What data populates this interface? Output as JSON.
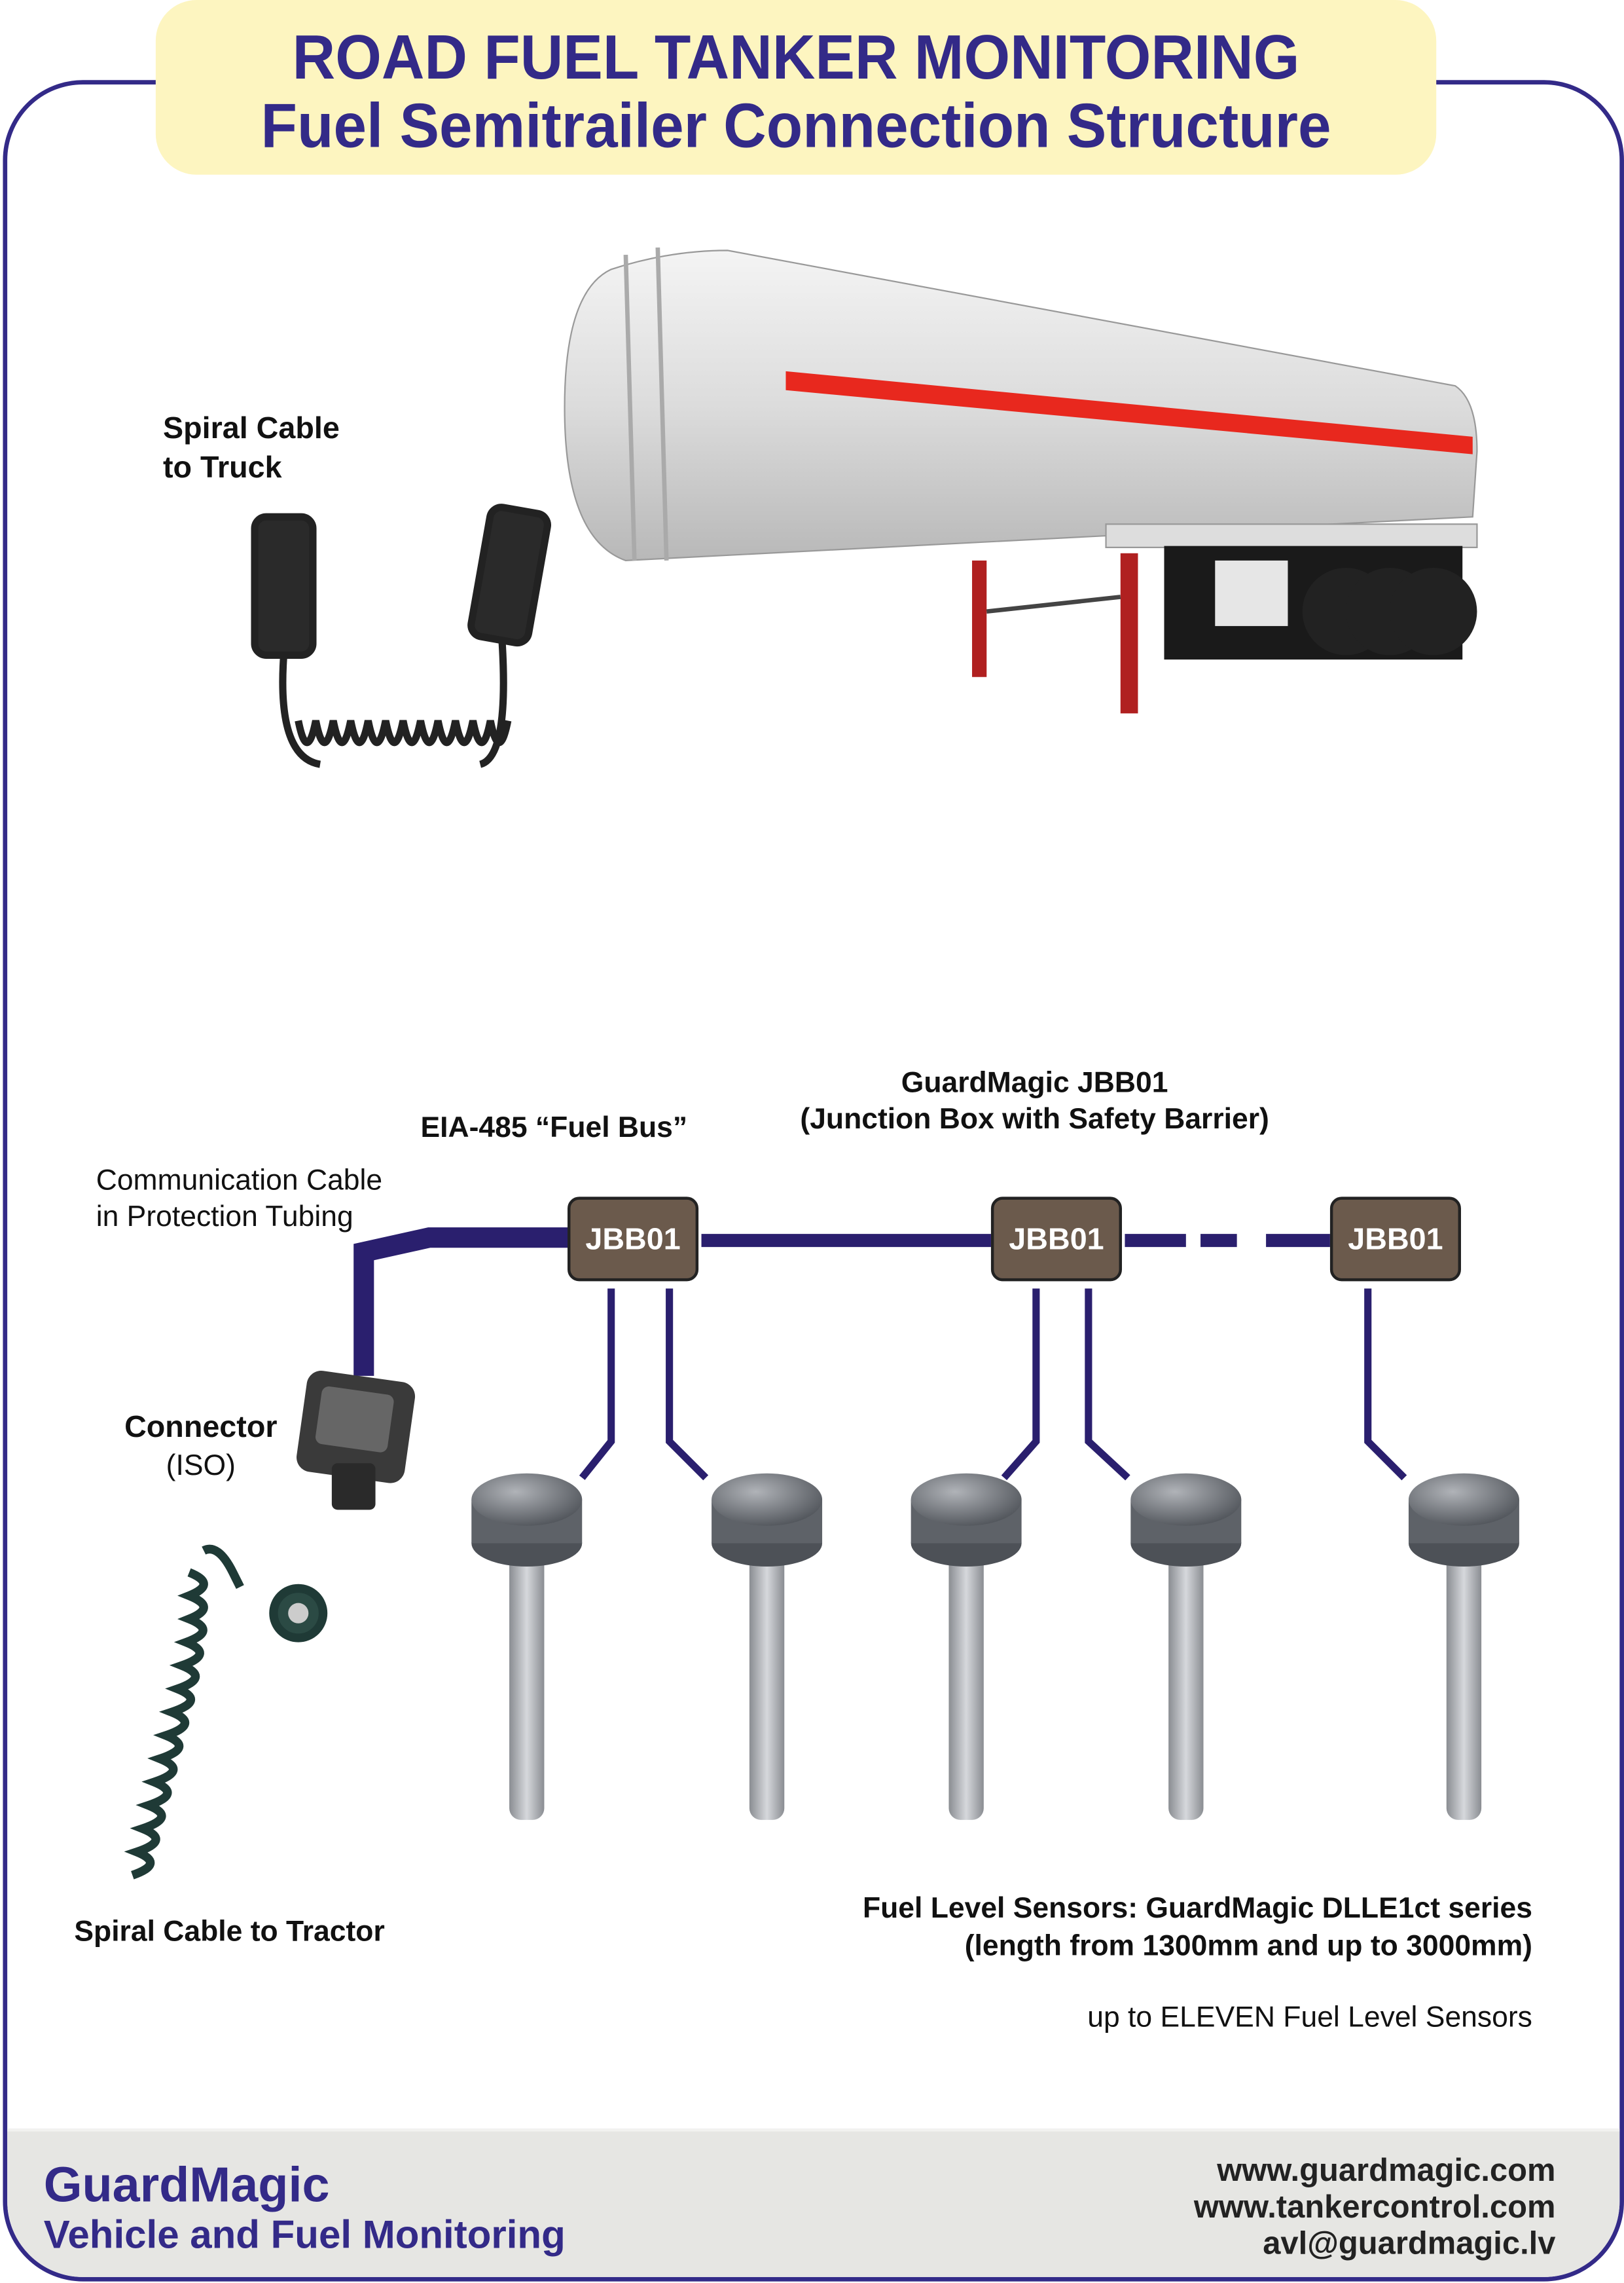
{
  "title": {
    "line1": "ROAD FUEL TANKER MONITORING",
    "line2": "Fuel Semitrailer Connection Structure"
  },
  "labels": {
    "spiral_truck_1": "Spiral Cable",
    "spiral_truck_2": "to Truck",
    "jbb_title": "GuardMagic JBB01",
    "jbb_subtitle": "(Junction Box with Safety Barrier)",
    "fuel_bus": "EIA-485 “Fuel Bus”",
    "comm_cable_1": "Communication Cable",
    "comm_cable_2": "in Protection Tubing",
    "connector": "Connector",
    "connector_type": "(ISO)",
    "spiral_tractor": "Spiral Cable to Tractor",
    "sensors_1": "Fuel Level Sensors: GuardMagic DLLE1ct series",
    "sensors_2": "(length from 1300mm and up to 3000mm)",
    "sensors_count": "up to ELEVEN Fuel Level Sensors"
  },
  "junction_boxes": [
    "JBB01",
    "JBB01",
    "JBB01"
  ],
  "footer": {
    "brand": "GuardMagic",
    "tagline": "Vehicle and Fuel Monitoring",
    "links": [
      "www.guardmagic.com",
      "www.tankercontrol.com",
      "avl@guardmagic.lv"
    ]
  },
  "colors": {
    "brand": "#332a88",
    "title_bg": "#fdf5c0",
    "footer_bg": "#e6e6e3",
    "bus": "#2a1f6e",
    "jbb": "#6b5a4c"
  }
}
